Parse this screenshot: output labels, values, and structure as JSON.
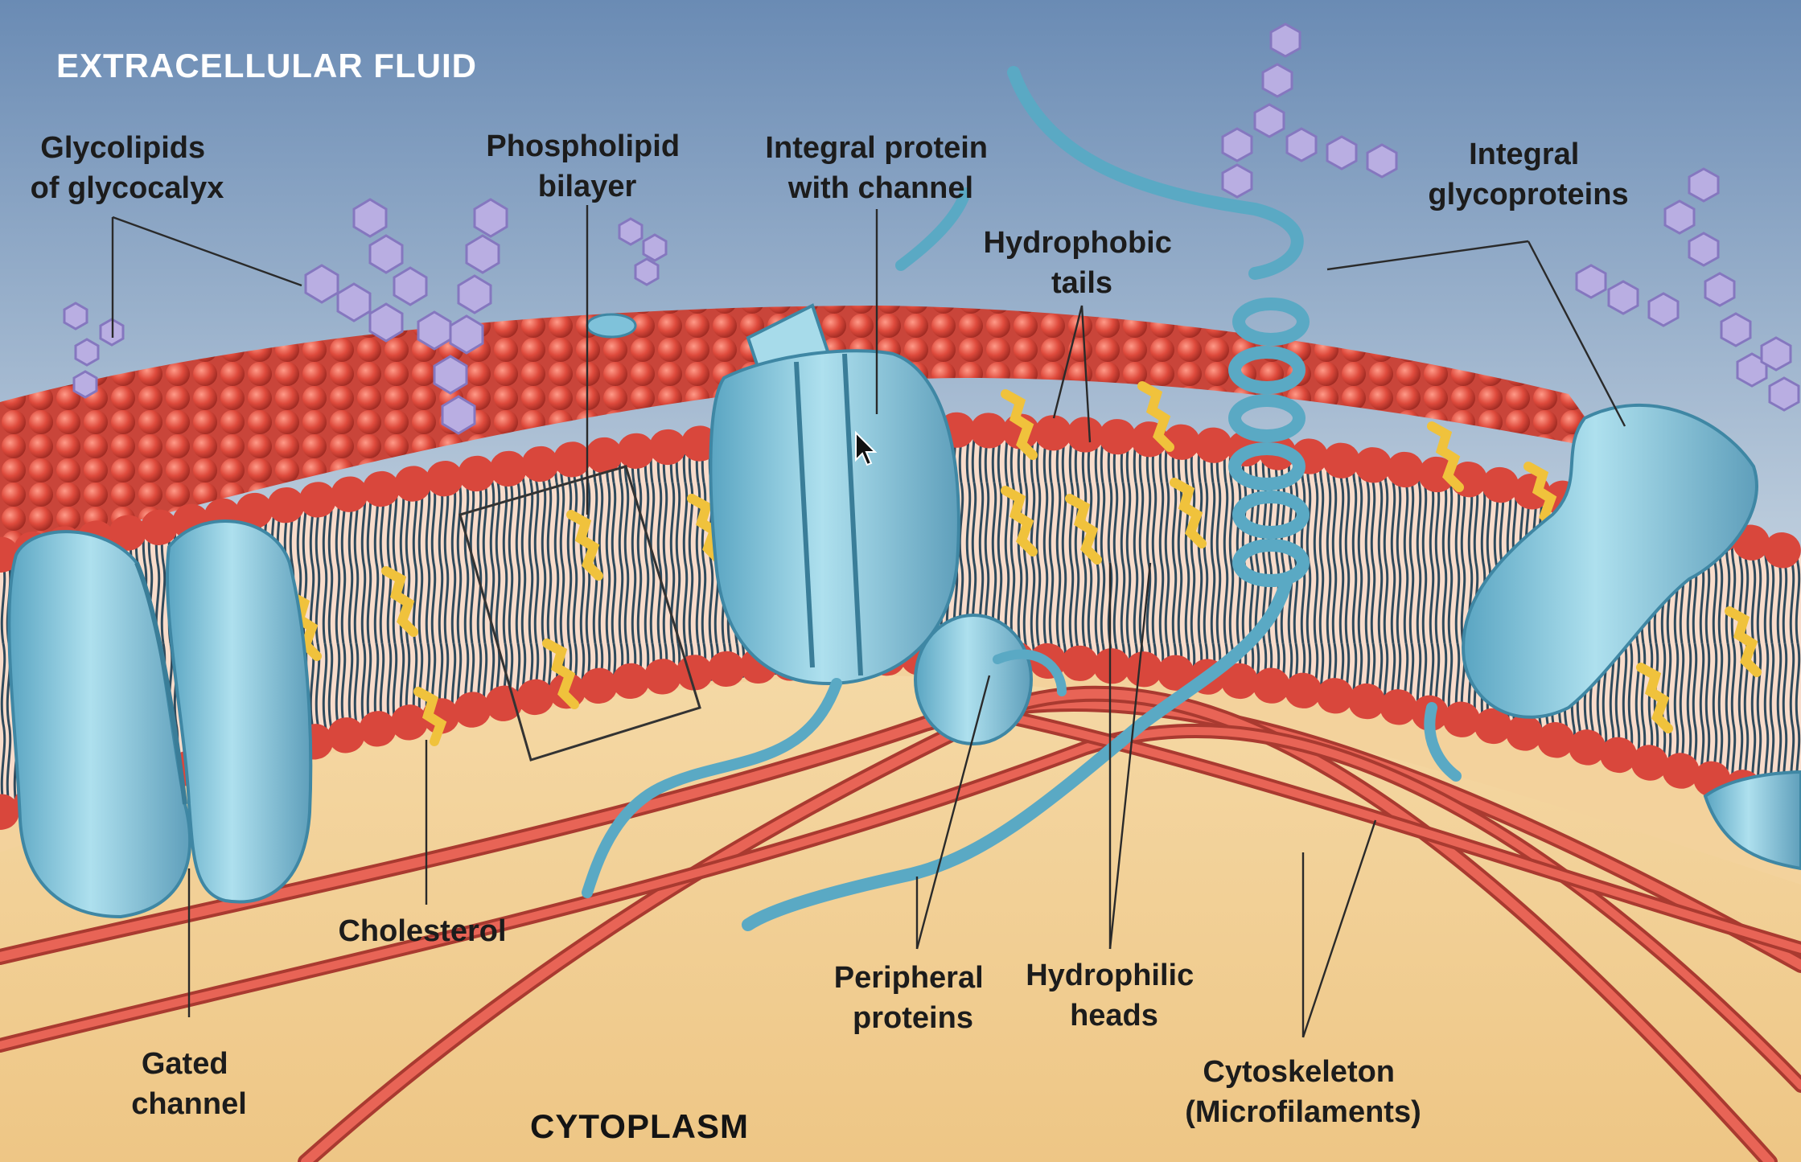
{
  "regions": {
    "extracellular": "EXTRACELLULAR FLUID",
    "cytoplasm": "CYTOPLASM"
  },
  "labels": {
    "glycolipids": [
      "Glycolipids",
      "of glycocalyx"
    ],
    "phospholipid_bilayer": [
      "Phospholipid",
      "bilayer"
    ],
    "integral_protein_channel": [
      "Integral protein",
      "with channel"
    ],
    "hydrophobic_tails": [
      "Hydrophobic",
      "tails"
    ],
    "integral_glycoproteins": [
      "Integral",
      "glycoproteins"
    ],
    "cholesterol": [
      "Cholesterol"
    ],
    "gated_channel": [
      "Gated",
      "channel"
    ],
    "peripheral_proteins": [
      "Peripheral",
      "proteins"
    ],
    "hydrophilic_heads": [
      "Hydrophilic",
      "heads"
    ],
    "cytoskeleton": [
      "Cytoskeleton",
      "(Microfilaments)"
    ]
  },
  "colors": {
    "sky_top": "#6f8fb6",
    "sky_bottom": "#eef3f7",
    "cytoplasm": "#f0cd94",
    "heads": "#d9473c",
    "tails": "#2f4a5c",
    "interior": "#f7dcc8",
    "protein": "#8fcde0",
    "protein_dark": "#4d98b5",
    "cholesterol": "#f0c23c",
    "glycan": "#b7aee0",
    "filament": "#d9564a"
  }
}
